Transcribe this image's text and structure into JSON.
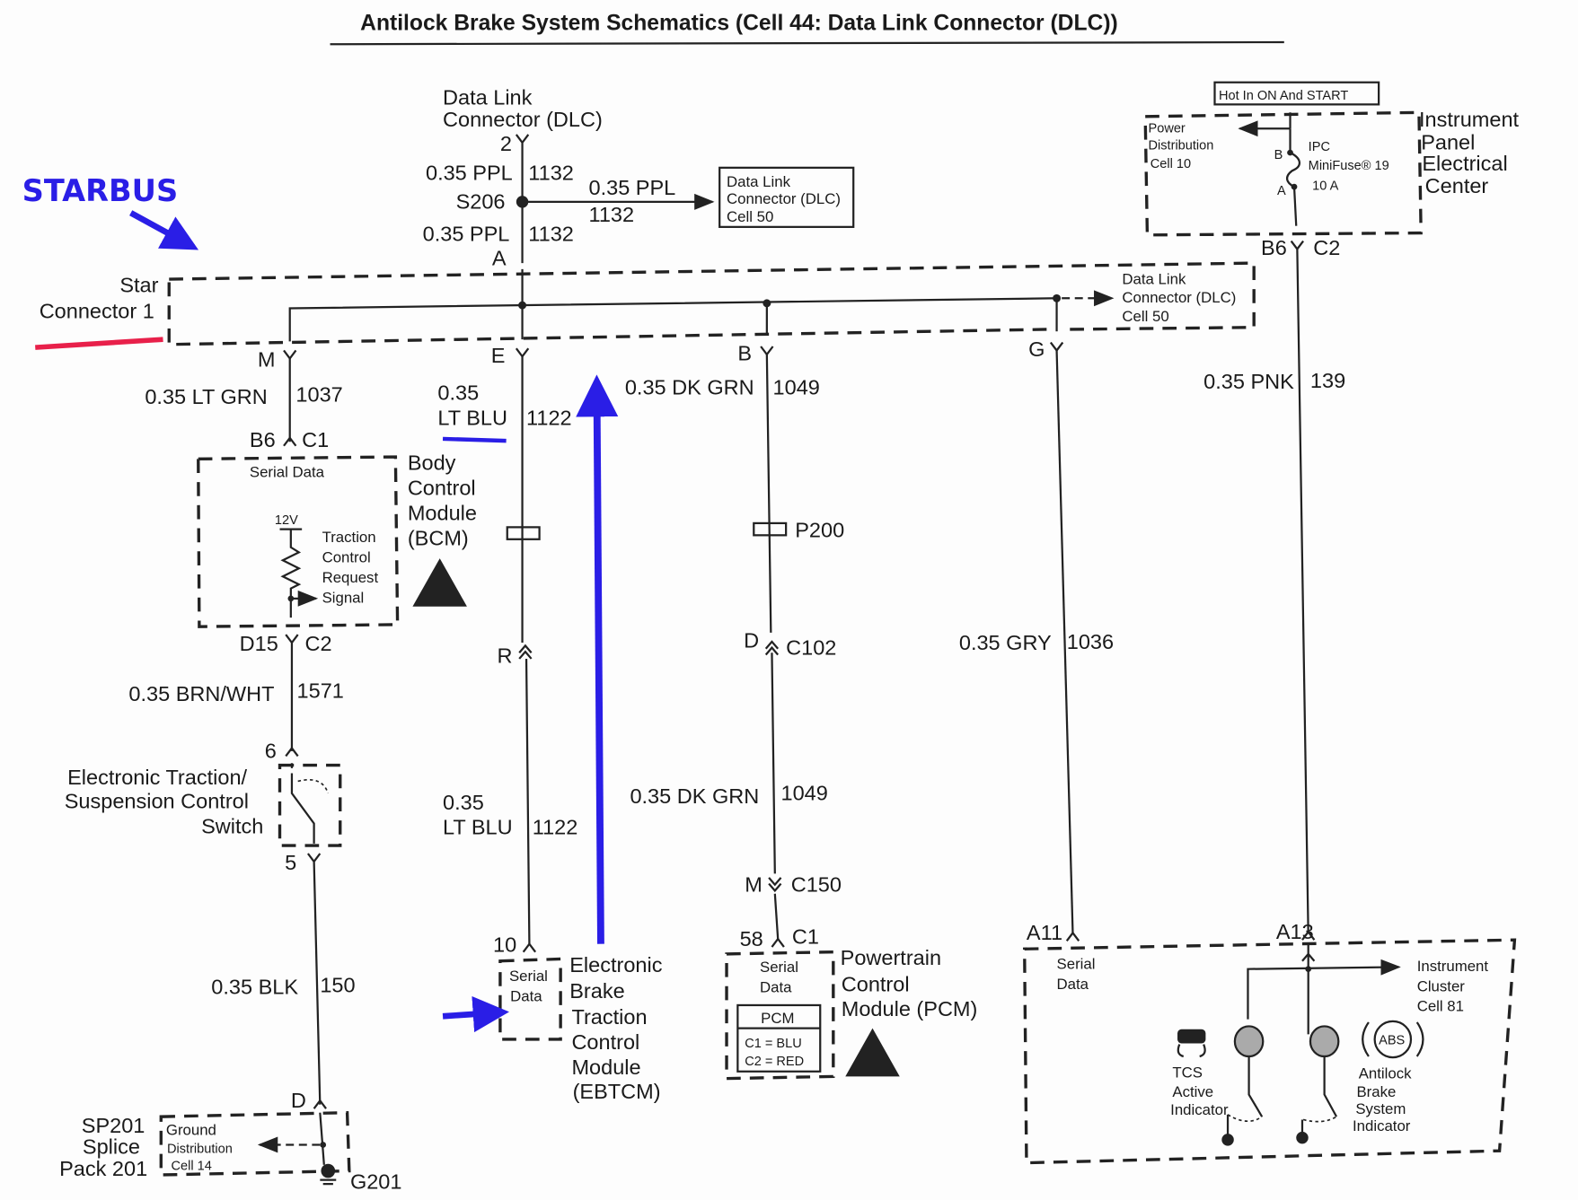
{
  "title": "Antilock Brake System Schematics (Cell 44: Data Link Connector (DLC))",
  "annotations": {
    "starbus": "STARBUS",
    "blue": "#2a1ee6",
    "red": "#e8204a"
  },
  "dlc_top": {
    "line1": "Data Link",
    "line2": "Connector (DLC)",
    "pin": "2",
    "wire_upper": "0.35 PPL",
    "circuit_upper": "1132",
    "splice": "S206",
    "wire_lower": "0.35 PPL",
    "circuit_lower": "1132",
    "pin_a": "A",
    "branch_wire": "0.35 PPL",
    "branch_circuit": "1132"
  },
  "dlc_ref_box": {
    "line1": "Data Link",
    "line2": "Connector (DLC)",
    "line3": "Cell 50"
  },
  "star_connector": {
    "line1": "Star",
    "line2": "Connector 1",
    "ref1": "Data Link",
    "ref2": "Connector (DLC)",
    "ref3": "Cell 50",
    "pins": [
      "M",
      "E",
      "B",
      "G"
    ]
  },
  "hot_label": "Hot In ON And START",
  "ipec": {
    "line1": "Instrument",
    "line2": "Panel",
    "line3": "Electrical",
    "line4": "Center",
    "pd1": "Power",
    "pd2": "Distribution",
    "pd3": "Cell 10",
    "fuse1": "IPC",
    "fuse2": "MiniFuse® 19",
    "fuse3": "10 A",
    "pin_b": "B",
    "pin_a": "A",
    "conn_pin": "B6",
    "conn": "C2"
  },
  "bcm_branch": {
    "wire": "0.35 LT GRN",
    "circuit": "1037",
    "pin": "B6",
    "conn": "C1",
    "serial": "Serial Data",
    "v12": "12V",
    "sig1": "Traction",
    "sig2": "Control",
    "sig3": "Request",
    "sig4": "Signal",
    "name1": "Body",
    "name2": "Control",
    "name3": "Module",
    "name4": "(BCM)",
    "out_pin": "D15",
    "out_conn": "C2",
    "wire2": "0.35 BRN/WHT",
    "circuit2": "1571",
    "sw_pin_top": "6",
    "sw1": "Electronic Traction/",
    "sw2": "Suspension Control",
    "sw3": "Switch",
    "sw_pin_bot": "5",
    "wire3": "0.35 BLK",
    "circuit3": "150",
    "gnd_pin": "D",
    "sp1": "SP201",
    "sp2": "Splice",
    "sp3": "Pack 201",
    "gd1": "Ground",
    "gd2": "Distribution",
    "gd3": "Cell 14",
    "ground": "G201"
  },
  "ebtcm_branch": {
    "wire_a": "0.35",
    "wire_b": "LT BLU",
    "circuit": "1122",
    "inline": "R",
    "wire2_a": "0.35",
    "wire2_b": "LT BLU",
    "circuit2": "1122",
    "pin": "10",
    "serial1": "Serial",
    "serial2": "Data",
    "n1": "Electronic",
    "n2": "Brake",
    "n3": "Traction",
    "n4": "Control",
    "n5": "Module",
    "n6": "(EBTCM)"
  },
  "pcm_branch": {
    "wire": "0.35 DK GRN",
    "circuit": "1049",
    "splice": "P200",
    "c102_pin": "D",
    "c102": "C102",
    "wire2": "0.35 DK GRN",
    "circuit2": "1049",
    "c150_pin": "M",
    "c150": "C150",
    "pin": "58",
    "conn": "C1",
    "serial1": "Serial",
    "serial2": "Data",
    "pcm": "PCM",
    "c1": "C1 = BLU",
    "c2": "C2 = RED",
    "n1": "Powertrain",
    "n2": "Control",
    "n3": "Module (PCM)"
  },
  "ipc_branch": {
    "wire": "0.35 GRY",
    "circuit": "1036",
    "pin": "A11",
    "pnk_wire": "0.35 PNK",
    "pnk_circuit": "139",
    "pin2": "A13",
    "serial1": "Serial",
    "serial2": "Data",
    "ic1": "Instrument",
    "ic2": "Cluster",
    "ic3": "Cell 81",
    "tcs1": "TCS",
    "tcs2": "Active",
    "tcs3": "Indicator",
    "abs_badge": "ABS",
    "abs1": "Antilock",
    "abs2": "Brake",
    "abs3": "System",
    "abs4": "Indicator"
  }
}
